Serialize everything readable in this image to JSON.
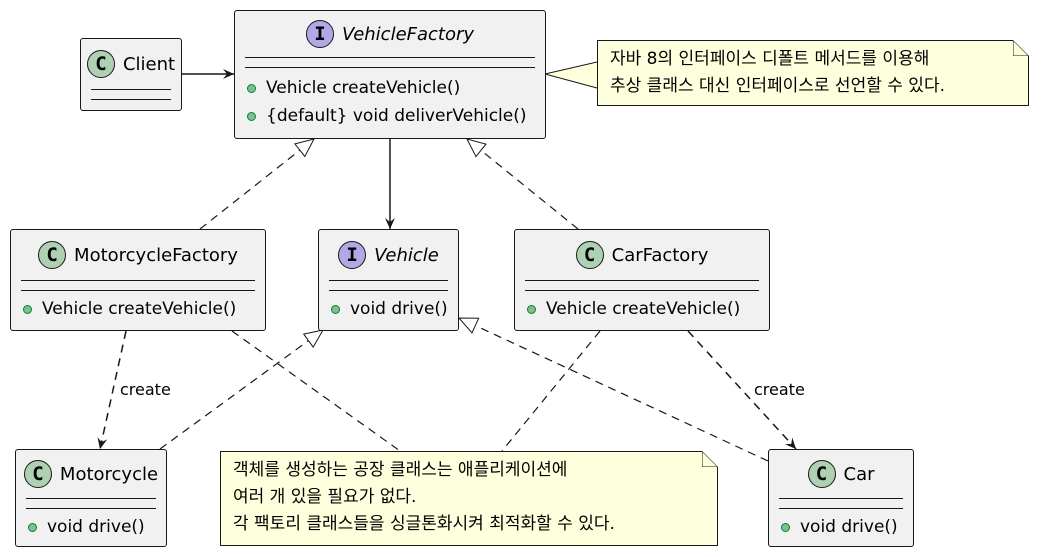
{
  "classes": {
    "vehicle_factory": {
      "stereotype": "I",
      "name": "VehicleFactory",
      "methods": [
        "Vehicle createVehicle()",
        "{default} void deliverVehicle()"
      ]
    },
    "client": {
      "stereotype": "C",
      "name": "Client",
      "methods": []
    },
    "vehicle": {
      "stereotype": "I",
      "name": "Vehicle",
      "methods": [
        "void drive()"
      ]
    },
    "motorcycle_factory": {
      "stereotype": "C",
      "name": "MotorcycleFactory",
      "methods": [
        "Vehicle createVehicle()"
      ]
    },
    "car_factory": {
      "stereotype": "C",
      "name": "CarFactory",
      "methods": [
        "Vehicle createVehicle()"
      ]
    },
    "motorcycle": {
      "stereotype": "C",
      "name": "Motorcycle",
      "methods": [
        "void drive()"
      ]
    },
    "car": {
      "stereotype": "C",
      "name": "Car",
      "methods": [
        "void drive()"
      ]
    }
  },
  "notes": {
    "interface_default": [
      "자바 8의 인터페이스 디폴트 메서드를 이용해",
      "추상 클래스 대신 인터페이스로 선언할 수 있다."
    ],
    "singleton": [
      "객체를 생성하는 공장 클래스는 애플리케이션에",
      "여러 개 있을 필요가 없다.",
      "각 팩토리 클래스들을 싱글톤화시켜 최적화할 수 있다."
    ]
  },
  "edge_labels": {
    "create_left": "create",
    "create_right": "create"
  },
  "colors": {
    "class_fill": "#f1f1f1",
    "class_badge": "#add1b2",
    "interface_badge": "#b4a7e5",
    "note_fill": "#feffdd",
    "method_dot": "#84be84",
    "line": "#181818"
  }
}
